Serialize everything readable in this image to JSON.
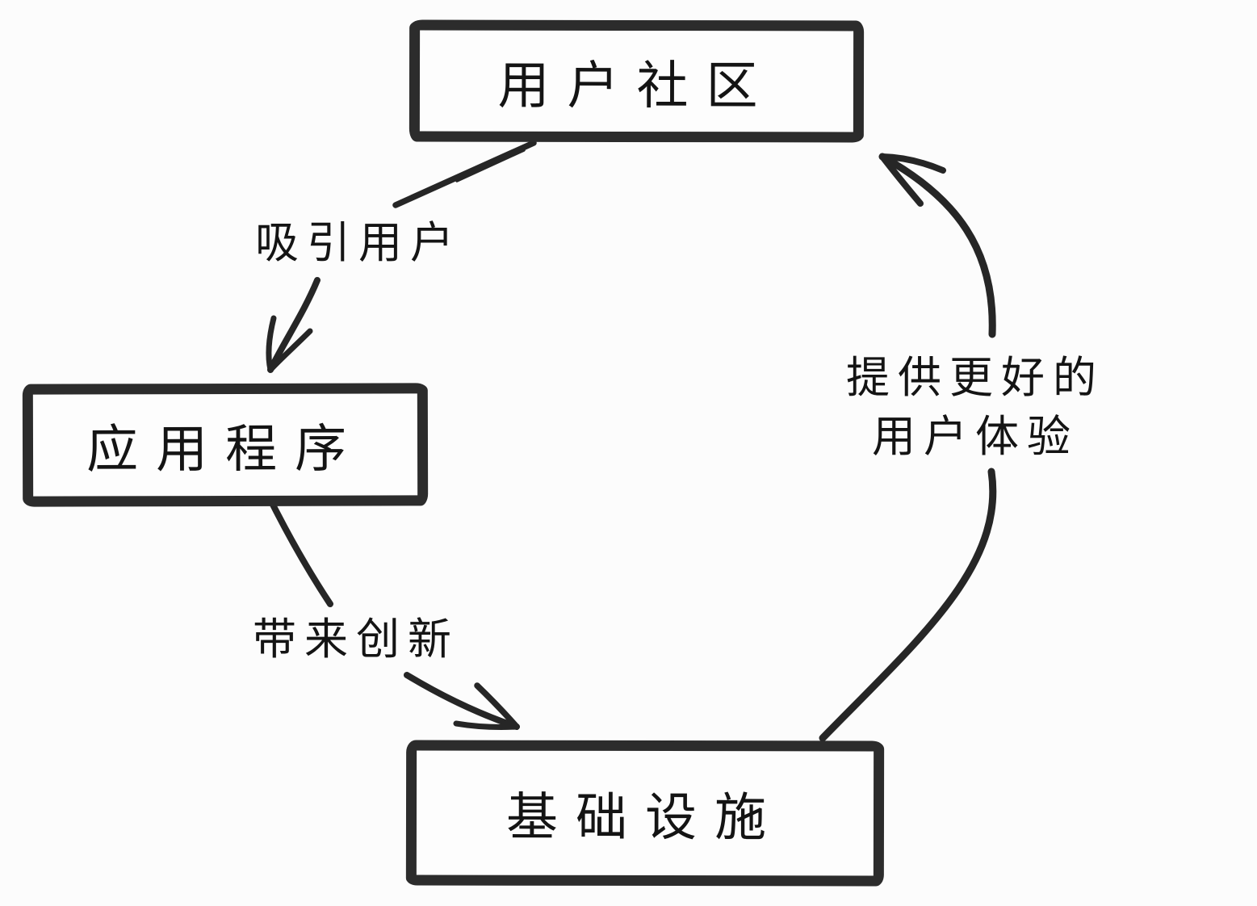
{
  "diagram": {
    "type": "cycle-flowchart",
    "colors": {
      "background": "#fcfcfc",
      "stroke": "#262626",
      "border": "#2c2c2c",
      "text": "#141414"
    },
    "nodes": [
      {
        "id": "user-community",
        "label": "用户社区"
      },
      {
        "id": "applications",
        "label": "应用程序"
      },
      {
        "id": "infrastructure",
        "label": "基础设施"
      }
    ],
    "edges": [
      {
        "id": "attract-users",
        "from": "用户社区",
        "to": "应用程序",
        "label": "吸引用户"
      },
      {
        "id": "bring-innovation",
        "from": "应用程序",
        "to": "基础设施",
        "label": "带来创新"
      },
      {
        "id": "better-experience",
        "from": "基础设施",
        "to": "用户社区",
        "label": "提供更好的用户体验",
        "label_lines": [
          "提供更好的",
          "用户体验"
        ]
      }
    ]
  }
}
